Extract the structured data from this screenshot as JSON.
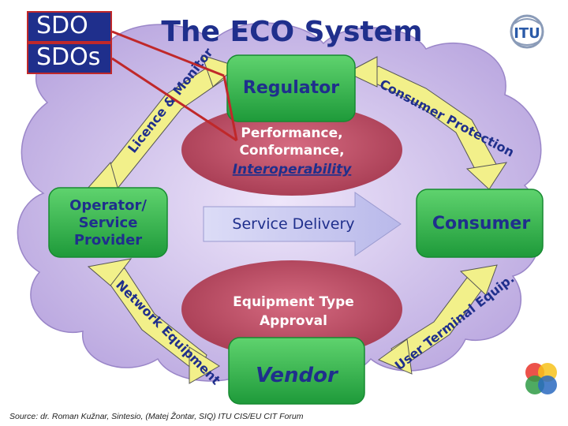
{
  "sdo_labels": {
    "sdo": "SDO",
    "sdos": "SDOs"
  },
  "title": "The ECO System",
  "nodes": {
    "regulator": "Regulator",
    "operator_line1": "Operator/",
    "operator_line2": "Service",
    "operator_line3": "Provider",
    "consumer": "Consumer",
    "vendor": "Vendor"
  },
  "center": {
    "performance_line1": "Performance,",
    "performance_line2": "Conformance,",
    "performance_line3": "Interoperability",
    "service_delivery": "Service Delivery",
    "equipment_line1": "Equipment Type",
    "equipment_line2": "Approval"
  },
  "arrow_labels": {
    "license_monitor": "Licence & Monitor",
    "consumer_protection": "Consumer Protection",
    "network_equipment": "Network Equipment",
    "user_terminal_equip": "User Terminal Equip."
  },
  "source": "Source: dr. Roman Kužnar, Sintesio, (Matej Žontar, SIQ) ITU CIS/EU CIT Forum",
  "logo_text": "ITU",
  "colors": {
    "cloud": "#c9b8e8",
    "node_green": "#2db34a",
    "ellipse": "#b4475e",
    "arrow_yellow": "#f2f08a",
    "sdo_blue": "#1f2f8c",
    "sdo_border": "#c0282a",
    "service_arrow": "#c8c8f0",
    "title_blue": "#1f2f8c"
  }
}
